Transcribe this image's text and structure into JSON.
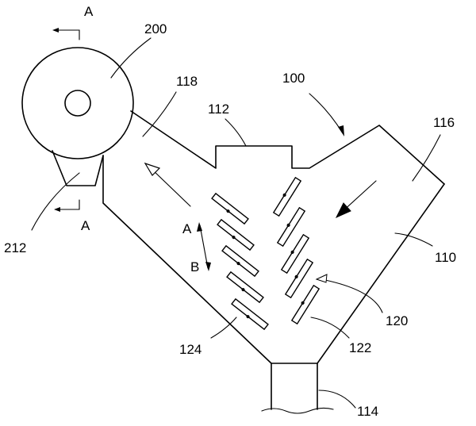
{
  "labels": {
    "section_top": "A",
    "section_bottom": "A",
    "l200": "200",
    "l118": "118",
    "l100": "100",
    "l112": "112",
    "l116": "116",
    "l212": "212",
    "l110": "110",
    "l120": "120",
    "l124": "124",
    "l122": "122",
    "l114": "114",
    "dir_a": "A",
    "dir_b": "B"
  }
}
